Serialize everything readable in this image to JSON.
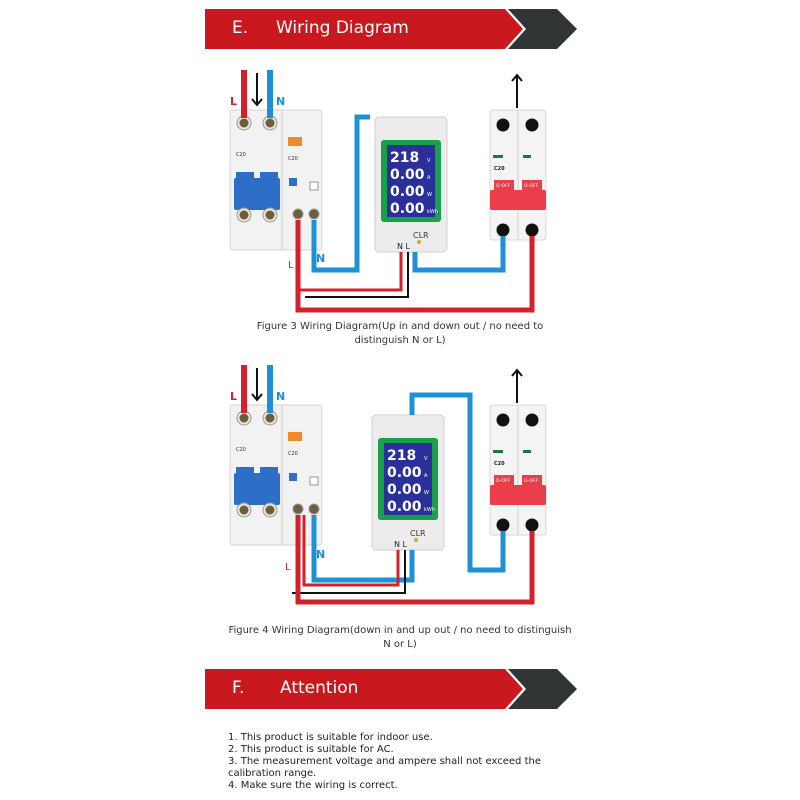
{
  "sections": [
    {
      "letter": "E.",
      "title": "Wiring Diagram"
    },
    {
      "letter": "F.",
      "title": "Attention"
    }
  ],
  "colors": {
    "banner_red": "#c9191f",
    "banner_dark": "#323536",
    "wire_live": "#d3202a",
    "wire_neutral": "#1e90d6",
    "wire_black": "#111111",
    "meter_green": "#19a04a",
    "meter_screen": "#2b2f9a",
    "mcb_red": "#ea3f4b",
    "rcbo_blue": "#2d6fc8"
  },
  "figures": [
    {
      "caption_line1": "Figure 3 Wiring Diagram(Up in and down out / no need to",
      "caption_line2": "distinguish N or L)",
      "labels": {
        "live": "L",
        "neutral": "N",
        "meter_terminals": "N L",
        "clr": "CLR"
      },
      "meter_readings": [
        {
          "value": "218",
          "unit": "V"
        },
        {
          "value": "0.00",
          "unit": "A"
        },
        {
          "value": "0.00",
          "unit": "W"
        },
        {
          "value": "0.00",
          "unit": "kWh"
        }
      ],
      "rcbo_rating": "C20",
      "mcb_rating": "C20",
      "mcb_switch_label": "O-OFF"
    },
    {
      "caption_line1": "Figure 4 Wiring Diagram(down in and up out / no need to distinguish",
      "caption_line2": "N or L)",
      "labels": {
        "live": "L",
        "neutral": "N",
        "meter_terminals": "N L",
        "clr": "CLR"
      },
      "meter_readings": [
        {
          "value": "218",
          "unit": "V"
        },
        {
          "value": "0.00",
          "unit": "A"
        },
        {
          "value": "0.00",
          "unit": "W"
        },
        {
          "value": "0.00",
          "unit": "kWh"
        }
      ],
      "rcbo_rating": "C20",
      "mcb_rating": "C20",
      "mcb_switch_label": "O-OFF"
    }
  ],
  "attention": [
    "1. This product is suitable for indoor use.",
    "2. This product is suitable for AC.",
    "3. The measurement voltage and ampere shall not exceed the",
    "calibration range.",
    "4. Make sure the wiring is correct."
  ]
}
